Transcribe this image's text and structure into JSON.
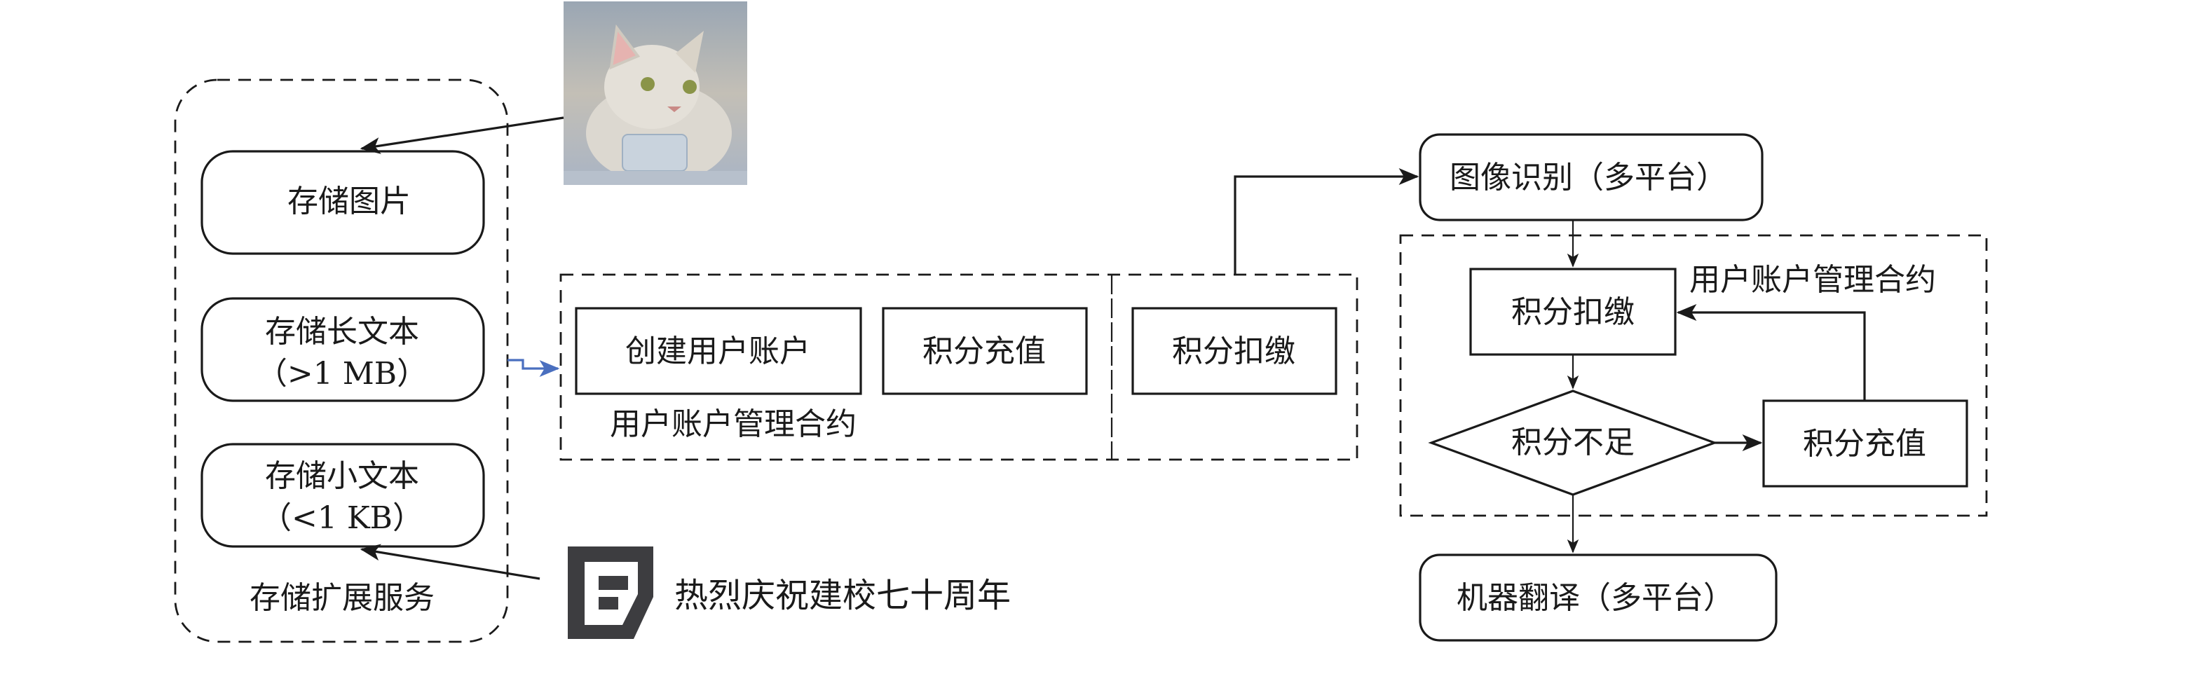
{
  "storage_service": {
    "group_label": "存储扩展服务",
    "items": [
      {
        "label": "存储图片"
      },
      {
        "label": "存储长文本",
        "sub": "（>1 MB）"
      },
      {
        "label": "存储小文本",
        "sub": "（<1 KB）"
      }
    ]
  },
  "image_input": {
    "icon": "cat-photo",
    "description": "cat photo"
  },
  "text_input": {
    "icon": "document-logo-icon",
    "text": "热烈庆祝建校七十周年"
  },
  "contract_middle": {
    "label": "用户账户管理合约",
    "boxes": [
      {
        "label": "创建用户账户"
      },
      {
        "label": "积分充值"
      },
      {
        "label": "积分扣缴"
      }
    ],
    "connector_color": "#4a6fbf"
  },
  "flow_right": {
    "top_service": "图像识别（多平台）",
    "contract_label": "用户账户管理合约",
    "deduct": "积分扣缴",
    "decision": "积分不足",
    "recharge": "积分充值",
    "bottom_service": "机器翻译（多平台）"
  }
}
